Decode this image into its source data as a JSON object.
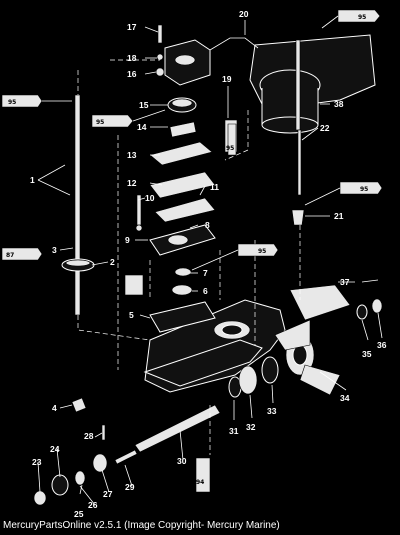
{
  "diagram": {
    "part_numbers": [
      "1",
      "2",
      "3",
      "4",
      "5",
      "6",
      "7",
      "8",
      "9",
      "10",
      "11",
      "12",
      "13",
      "14",
      "15",
      "16",
      "17",
      "18",
      "19",
      "20",
      "21",
      "22",
      "23",
      "24",
      "25",
      "26",
      "27",
      "28",
      "29",
      "30",
      "31",
      "32",
      "33",
      "34",
      "35",
      "36",
      "37",
      "38"
    ],
    "lubricant_tubes": [
      "95",
      "95",
      "95",
      "87",
      "95",
      "95",
      "95",
      "94"
    ]
  },
  "caption": "MercuryPartsOnline v2.5.1 (Image Copyright- Mercury Marine)"
}
